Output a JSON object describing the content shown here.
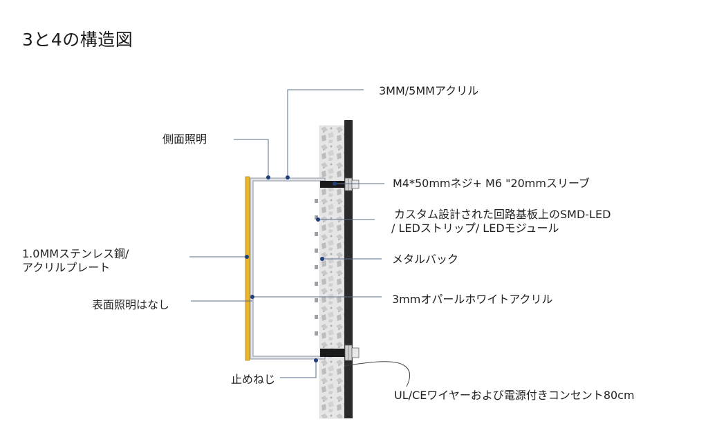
{
  "title": "3と4の構造図",
  "labels": {
    "acrylic_face": "3MM/5MMアクリル",
    "side_lighting": "側面照明",
    "screw_sleeve": "M4*50mmネジ+ M6 \"20mmスリーブ",
    "led_line1": "カスタム設計された回路基板上のSMD-LED",
    "led_line2": "/ LEDストリップ/ LEDモジュール",
    "steel_line1": "1.0MMステンレス鋼/",
    "steel_line2": "アクリルプレート",
    "metal_back": "メタルバック",
    "opal_acrylic": "3mmオパールホワイトアクリル",
    "no_face_lighting": "表面照明はなし",
    "set_screw": "止めねじ",
    "power": "UL/CEワイヤーおよび電源付きコンセント80cm"
  },
  "colors": {
    "gold_face": "#e8b62a",
    "leader_line": "#5a6f8c",
    "dot": "#1f3f7a",
    "wall": "#2a2a2a"
  }
}
